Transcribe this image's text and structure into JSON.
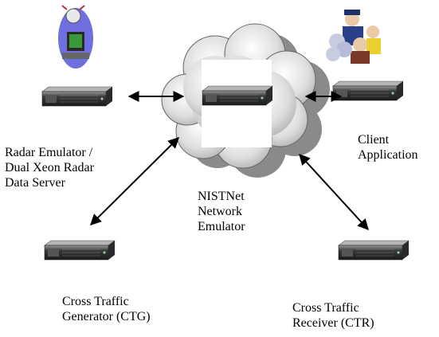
{
  "labels": {
    "radar_emulator": [
      "Radar  Emulator /",
      "Dual Xeon Radar",
      "Data Server"
    ],
    "client_application": [
      "Client",
      "Application"
    ],
    "nistnet": [
      "NISTNet",
      "Network",
      "Emulator"
    ],
    "cross_traffic_generator": [
      "Cross Traffic",
      "Generator (CTG)"
    ],
    "cross_traffic_receiver": [
      "Cross Traffic",
      "Receiver (CTR)"
    ]
  },
  "icons": {
    "radar_terminal": "radar-terminal-icon",
    "people_group": "people-group-icon",
    "server": "rack-server-icon",
    "cloud": "network-cloud-icon"
  },
  "colors": {
    "cloud_fill": "#dedede",
    "cloud_shadow": "#8a8a8a",
    "server_body": "#2e2e2e",
    "arrow": "#000000"
  }
}
